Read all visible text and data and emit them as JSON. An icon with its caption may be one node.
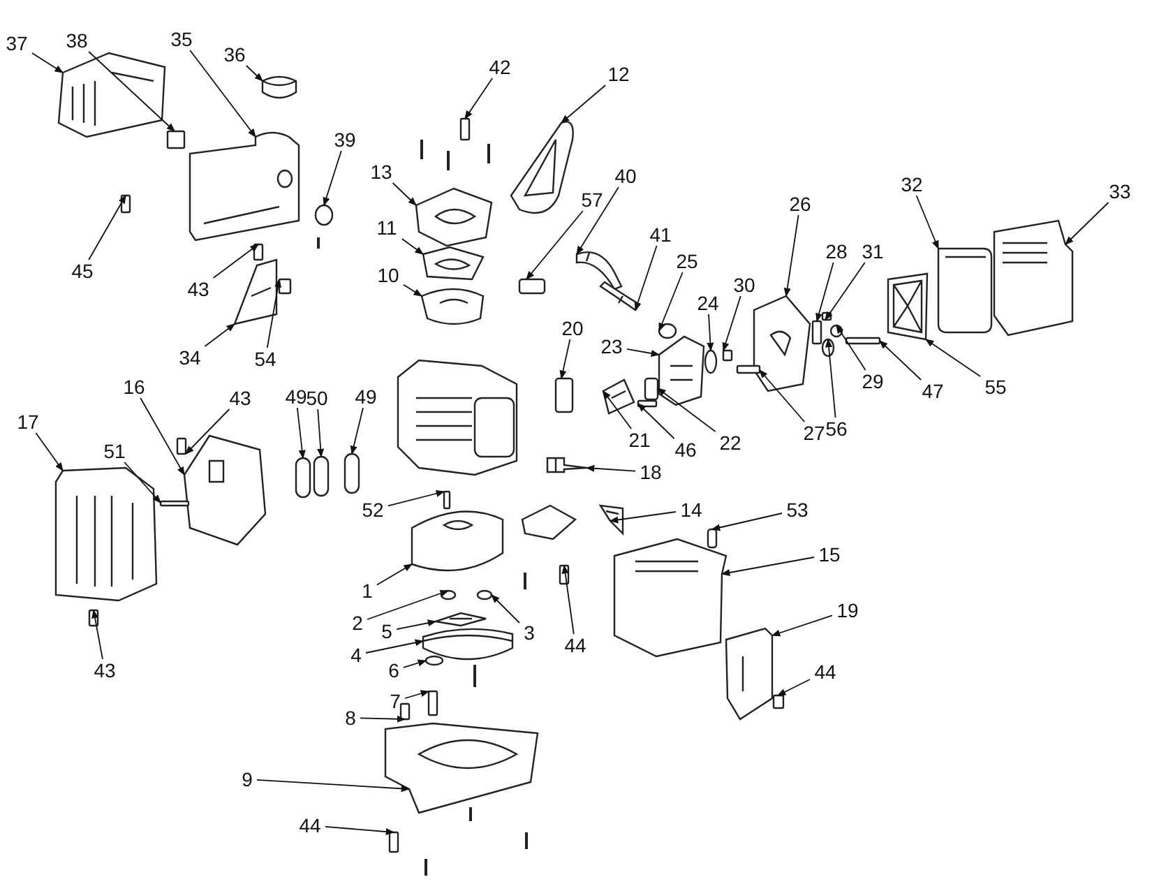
{
  "diagram": {
    "nodes": [
      {
        "text": [
          "37"
        ]
      },
      {
        "text": [
          "38"
        ]
      },
      {
        "text": [
          "35"
        ]
      },
      {
        "text": [
          "36"
        ]
      },
      {
        "text": [
          "42"
        ]
      },
      {
        "text": [
          "12"
        ]
      },
      {
        "text": [
          "39"
        ]
      },
      {
        "text": [
          "13"
        ]
      },
      {
        "text": [
          "40"
        ]
      },
      {
        "text": [
          "57"
        ]
      },
      {
        "text": [
          "11"
        ]
      },
      {
        "text": [
          "26"
        ]
      },
      {
        "text": [
          "32"
        ]
      },
      {
        "text": [
          "33"
        ]
      },
      {
        "text": [
          "41"
        ]
      },
      {
        "text": [
          "28"
        ]
      },
      {
        "text": [
          "31"
        ]
      },
      {
        "text": [
          "25"
        ]
      },
      {
        "text": [
          "45"
        ]
      },
      {
        "text": [
          "10"
        ]
      },
      {
        "text": [
          "43"
        ]
      },
      {
        "text": [
          "30"
        ]
      },
      {
        "text": [
          "24"
        ]
      },
      {
        "text": [
          "20"
        ]
      },
      {
        "text": [
          "23"
        ]
      },
      {
        "text": [
          "34"
        ]
      },
      {
        "text": [
          "54"
        ]
      },
      {
        "text": [
          "29"
        ]
      },
      {
        "text": [
          "47"
        ]
      },
      {
        "text": [
          "55"
        ]
      },
      {
        "text": [
          "16"
        ]
      },
      {
        "text": [
          "43"
        ]
      },
      {
        "text": [
          "49"
        ]
      },
      {
        "text": [
          "50"
        ]
      },
      {
        "text": [
          "49"
        ]
      },
      {
        "text": [
          "17"
        ]
      },
      {
        "text": [
          "56"
        ]
      },
      {
        "text": [
          "27"
        ]
      },
      {
        "text": [
          "21"
        ]
      },
      {
        "text": [
          "46"
        ]
      },
      {
        "text": [
          "22"
        ]
      },
      {
        "text": [
          "51"
        ]
      },
      {
        "text": [
          "18"
        ]
      },
      {
        "text": [
          "52"
        ]
      },
      {
        "text": [
          "14"
        ]
      },
      {
        "text": [
          "53"
        ]
      },
      {
        "text": [
          "15"
        ]
      },
      {
        "text": [
          "1"
        ]
      },
      {
        "text": [
          "2"
        ]
      },
      {
        "text": [
          "5"
        ]
      },
      {
        "text": [
          "3"
        ]
      },
      {
        "text": [
          "44"
        ]
      },
      {
        "text": [
          "19"
        ]
      },
      {
        "text": [
          "4"
        ]
      },
      {
        "text": [
          "6"
        ]
      },
      {
        "text": [
          "43"
        ]
      },
      {
        "text": [
          "44"
        ]
      },
      {
        "text": [
          "7"
        ]
      },
      {
        "text": [
          "8"
        ]
      },
      {
        "text": [
          "9"
        ]
      },
      {
        "text": [
          "44"
        ]
      },
      {
        "text": [],
        "shape": "picture"
      },
      {
        "text": [],
        "shape": "box"
      },
      {
        "text": [],
        "shape": "picture"
      },
      {
        "text": [],
        "shape": "picture"
      },
      {
        "text": [],
        "shape": "box"
      },
      {
        "text": [],
        "shape": "picture"
      },
      {
        "text": [],
        "shape": "circle"
      },
      {
        "text": [],
        "shape": "picture"
      },
      {
        "text": [],
        "shape": "picture"
      },
      {
        "text": [],
        "shape": "box"
      },
      {
        "text": [],
        "shape": "picture"
      },
      {
        "text": [],
        "shape": "picture"
      },
      {
        "text": [],
        "shape": "picture"
      },
      {
        "text": [],
        "shape": "picture"
      },
      {
        "text": [],
        "shape": "picture"
      },
      {
        "text": [],
        "shape": "box"
      },
      {
        "text": [],
        "shape": "box"
      },
      {
        "text": [],
        "shape": "circle"
      },
      {
        "text": [],
        "shape": "box"
      },
      {
        "text": [],
        "shape": "picture"
      },
      {
        "text": [],
        "shape": "box"
      },
      {
        "text": [],
        "shape": "box"
      },
      {
        "text": [],
        "shape": "circle"
      },
      {
        "text": [],
        "shape": "box"
      },
      {
        "text": [],
        "shape": "picture"
      },
      {
        "text": [],
        "shape": "picture"
      },
      {
        "text": [],
        "shape": "box"
      },
      {
        "text": [],
        "shape": "circle"
      },
      {
        "text": [],
        "shape": "box"
      },
      {
        "text": [],
        "shape": "picture"
      },
      {
        "text": [],
        "shape": "picture"
      },
      {
        "text": [],
        "shape": "box"
      },
      {
        "text": [],
        "shape": "box"
      },
      {
        "text": [],
        "shape": "box"
      },
      {
        "text": [],
        "shape": "box"
      },
      {
        "text": [],
        "shape": "picture"
      },
      {
        "text": [],
        "shape": "circle"
      },
      {
        "text": [],
        "shape": "box"
      },
      {
        "text": [],
        "shape": "picture"
      },
      {
        "text": [],
        "shape": "box"
      },
      {
        "text": [],
        "shape": "box"
      },
      {
        "text": [],
        "shape": "box"
      },
      {
        "text": [],
        "shape": "picture"
      },
      {
        "text": [],
        "shape": "box"
      },
      {
        "text": [],
        "shape": "picture"
      },
      {
        "text": [],
        "shape": "box"
      },
      {
        "text": [],
        "shape": "picture"
      },
      {
        "text": [],
        "shape": "picture"
      },
      {
        "text": [],
        "shape": "circle"
      },
      {
        "text": [],
        "shape": "picture"
      },
      {
        "text": [],
        "shape": "circle"
      },
      {
        "text": [],
        "shape": "box"
      },
      {
        "text": [],
        "shape": "picture"
      },
      {
        "text": [],
        "shape": "picture"
      },
      {
        "text": [],
        "shape": "circle"
      },
      {
        "text": [],
        "shape": "box"
      },
      {
        "text": [],
        "shape": "box"
      },
      {
        "text": [],
        "shape": "box"
      },
      {
        "text": [],
        "shape": "box"
      },
      {
        "text": [],
        "shape": "picture"
      },
      {
        "text": [],
        "shape": "box"
      }
    ],
    "edges": [
      {
        "from": 0,
        "to": 61,
        "arrow": "to"
      },
      {
        "from": 1,
        "to": 62,
        "arrow": "to"
      },
      {
        "from": 2,
        "to": 63,
        "arrow": "to"
      },
      {
        "from": 3,
        "to": 64,
        "arrow": "to"
      },
      {
        "from": 4,
        "to": 65,
        "arrow": "to"
      },
      {
        "from": 5,
        "to": 66,
        "arrow": "to"
      },
      {
        "from": 6,
        "to": 67,
        "arrow": "to"
      },
      {
        "from": 7,
        "to": 68,
        "arrow": "to"
      },
      {
        "from": 8,
        "to": 69,
        "arrow": "to"
      },
      {
        "from": 9,
        "to": 70,
        "arrow": "to"
      },
      {
        "from": 10,
        "to": 71,
        "arrow": "to"
      },
      {
        "from": 11,
        "to": 72,
        "arrow": "to"
      },
      {
        "from": 12,
        "to": 73,
        "arrow": "to"
      },
      {
        "from": 13,
        "to": 74,
        "arrow": "to"
      },
      {
        "from": 14,
        "to": 75,
        "arrow": "to"
      },
      {
        "from": 15,
        "to": 76,
        "arrow": "to"
      },
      {
        "from": 16,
        "to": 77,
        "arrow": "to"
      },
      {
        "from": 17,
        "to": 78,
        "arrow": "to"
      },
      {
        "from": 18,
        "to": 79,
        "arrow": "to"
      },
      {
        "from": 19,
        "to": 80,
        "arrow": "to"
      },
      {
        "from": 20,
        "to": 81,
        "arrow": "to"
      },
      {
        "from": 21,
        "to": 82,
        "arrow": "to"
      },
      {
        "from": 22,
        "to": 83,
        "arrow": "to"
      },
      {
        "from": 23,
        "to": 84,
        "arrow": "to"
      },
      {
        "from": 24,
        "to": 85,
        "arrow": "to"
      },
      {
        "from": 25,
        "to": 86,
        "arrow": "to"
      },
      {
        "from": 26,
        "to": 87,
        "arrow": "to"
      },
      {
        "from": 27,
        "to": 88,
        "arrow": "to"
      },
      {
        "from": 28,
        "to": 89,
        "arrow": "to"
      },
      {
        "from": 29,
        "to": 90,
        "arrow": "to"
      },
      {
        "from": 30,
        "to": 91,
        "arrow": "to"
      },
      {
        "from": 31,
        "to": 92,
        "arrow": "to"
      },
      {
        "from": 32,
        "to": 93,
        "arrow": "to"
      },
      {
        "from": 33,
        "to": 94,
        "arrow": "to"
      },
      {
        "from": 34,
        "to": 95,
        "arrow": "to"
      },
      {
        "from": 35,
        "to": 96,
        "arrow": "to"
      },
      {
        "from": 36,
        "to": 97,
        "arrow": "to"
      },
      {
        "from": 37,
        "to": 98,
        "arrow": "to"
      },
      {
        "from": 38,
        "to": 99,
        "arrow": "to"
      },
      {
        "from": 39,
        "to": 100,
        "arrow": "to"
      },
      {
        "from": 40,
        "to": 101,
        "arrow": "to"
      },
      {
        "from": 41,
        "to": 102,
        "arrow": "to"
      },
      {
        "from": 42,
        "to": 103,
        "arrow": "to"
      },
      {
        "from": 43,
        "to": 104,
        "arrow": "to"
      },
      {
        "from": 44,
        "to": 105,
        "arrow": "to"
      },
      {
        "from": 45,
        "to": 106,
        "arrow": "to"
      },
      {
        "from": 46,
        "to": 107,
        "arrow": "to"
      },
      {
        "from": 47,
        "to": 108,
        "arrow": "to"
      },
      {
        "from": 48,
        "to": 109,
        "arrow": "to"
      },
      {
        "from": 49,
        "to": 110,
        "arrow": "to"
      },
      {
        "from": 50,
        "to": 111,
        "arrow": "to"
      },
      {
        "from": 51,
        "to": 112,
        "arrow": "to"
      },
      {
        "from": 52,
        "to": 113,
        "arrow": "to"
      },
      {
        "from": 53,
        "to": 114,
        "arrow": "to"
      },
      {
        "from": 54,
        "to": 115,
        "arrow": "to"
      },
      {
        "from": 55,
        "to": 116,
        "arrow": "to"
      },
      {
        "from": 56,
        "to": 117,
        "arrow": "to"
      },
      {
        "from": 57,
        "to": 118,
        "arrow": "to"
      },
      {
        "from": 58,
        "to": 119,
        "arrow": "to"
      },
      {
        "from": 59,
        "to": 120,
        "arrow": "to"
      },
      {
        "from": 60,
        "to": 121,
        "arrow": "to"
      }
    ]
  }
}
